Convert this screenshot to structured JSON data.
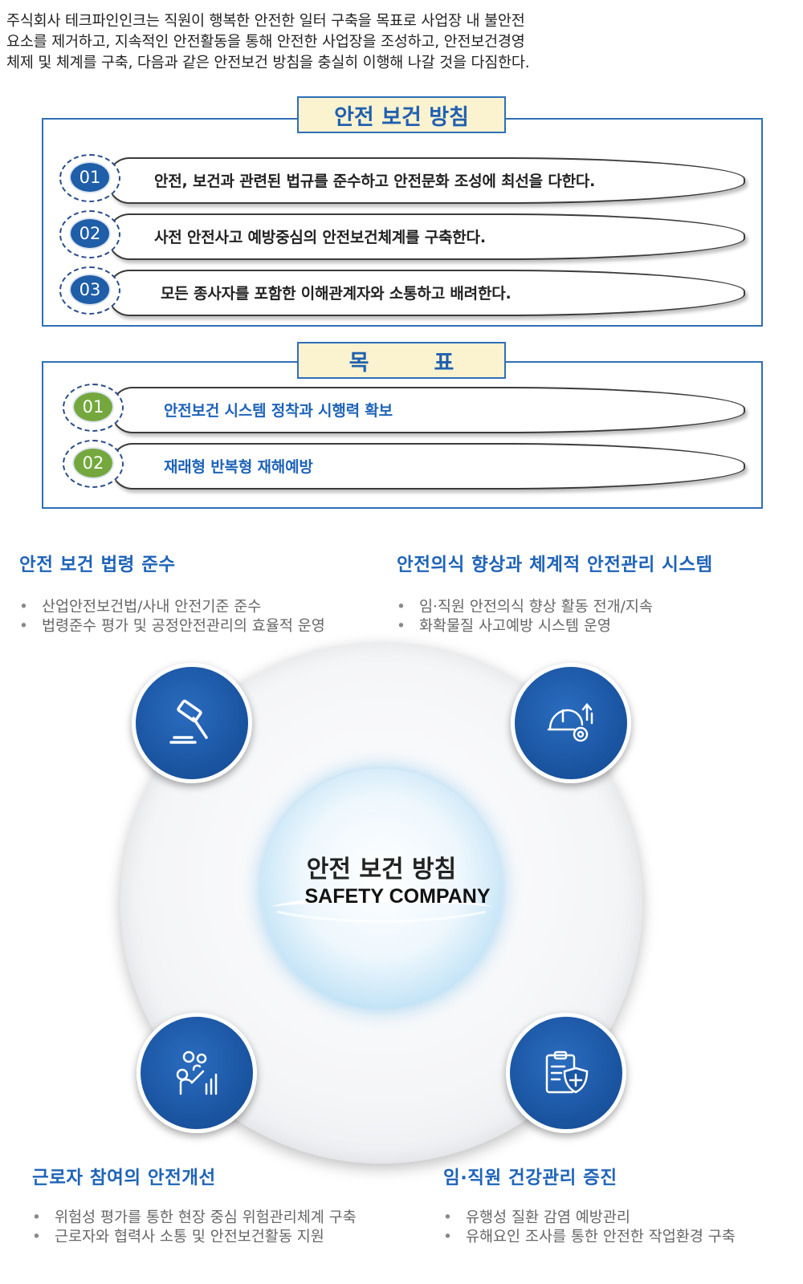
{
  "intro": [
    "주식회사 테크파인인크는 직원이 행복한 안전한 일터 구축을 목표로 사업장 내 불안전",
    "요소를 제거하고, 지속적인 안전활동을 통해 안전한 사업장을 조성하고, 안전보건경영",
    "체제 및 체계를 구축, 다음과 같은 안전보건 방침을 충실히 이행해 나갈 것을 다짐한다."
  ],
  "policy": {
    "title": "안전 보건 방침",
    "items": [
      {
        "num": "01",
        "text": "안전, 보건과 관련된 법규를 준수하고 안전문화 조성에 최선을 다한다."
      },
      {
        "num": "02",
        "text": "사전 안전사고 예방중심의 안전보건체계를 구축한다."
      },
      {
        "num": "03",
        "text": "모든 종사자를 포함한 이해관계자와 소통하고 배려한다."
      }
    ]
  },
  "goals": {
    "title": "목　　　표",
    "items": [
      {
        "num": "01",
        "text": "안전보건 시스템 정착과 시행력 확보"
      },
      {
        "num": "02",
        "text": "재래형 반복형 재해예방"
      }
    ]
  },
  "sections": {
    "top_left": {
      "title": "안전 보건 법령 준수",
      "bullets": [
        "산업안전보건법/사내 안전기준 준수",
        "법령준수 평가 및 공정안전관리의 효율적 운영"
      ]
    },
    "top_right": {
      "title": "안전의식 향상과 체계적 안전관리 시스템",
      "bullets": [
        "임·직원 안전의식 향상 활동 전개/지속",
        "화확물질 사고예방 시스템 운영"
      ]
    },
    "bottom_left": {
      "title": "근로자 참여의 안전개선",
      "bullets": [
        "위험성 평가를 통한 현장 중심 위험관리체계 구축",
        "근로자와 협력사 소통 및 안전보건활동 지원"
      ]
    },
    "bottom_right": {
      "title": "임·직원 건강관리 증진",
      "bullets": [
        "유행성 질환 감염 예방관리",
        "유해요인 조사를 통한 안전한 작업환경 구축"
      ]
    }
  },
  "center": {
    "title": "안전 보건 방침",
    "subtitle": "SAFETY COMPANY"
  },
  "colors": {
    "accent_blue": "#1e63b8",
    "badge_blue": "#1f5ea8",
    "badge_green": "#74a83e",
    "title_bg": "#fbf3d0"
  },
  "icons": [
    "gavel-icon",
    "helmet-gear-icon",
    "people-presentation-icon",
    "health-clipboard-shield-icon"
  ]
}
